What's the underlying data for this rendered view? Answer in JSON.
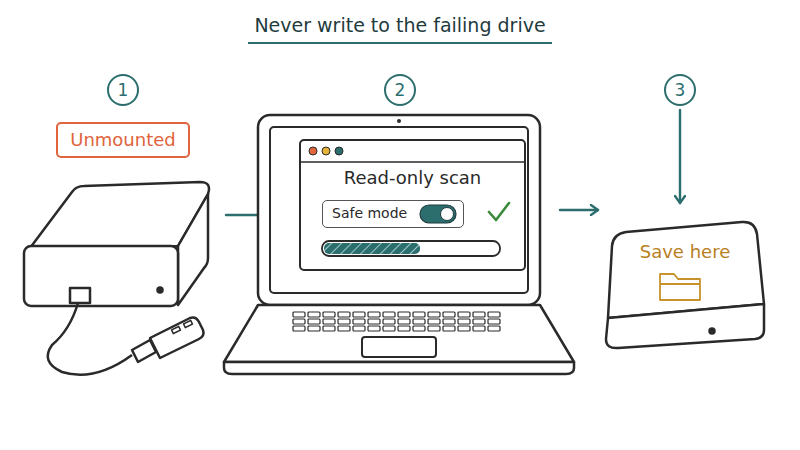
{
  "diagram": {
    "title": "Never write to the failing drive",
    "nodes": [
      {
        "text": [
          "1"
        ]
      },
      {
        "text": [
          "Unmounted"
        ]
      },
      {
        "text": [
          "2"
        ]
      },
      {
        "text": [
          "Read-only scan"
        ]
      },
      {
        "text": [
          "Safe mode"
        ],
        "in": 3
      },
      {
        "text": [
          "3"
        ]
      },
      {
        "text": [
          "Save here"
        ]
      }
    ],
    "edges": [
      {
        "from": 3,
        "to": 6,
        "arrow": "to"
      },
      {
        "from": 5,
        "to": 6,
        "arrow": "to"
      }
    ]
  }
}
